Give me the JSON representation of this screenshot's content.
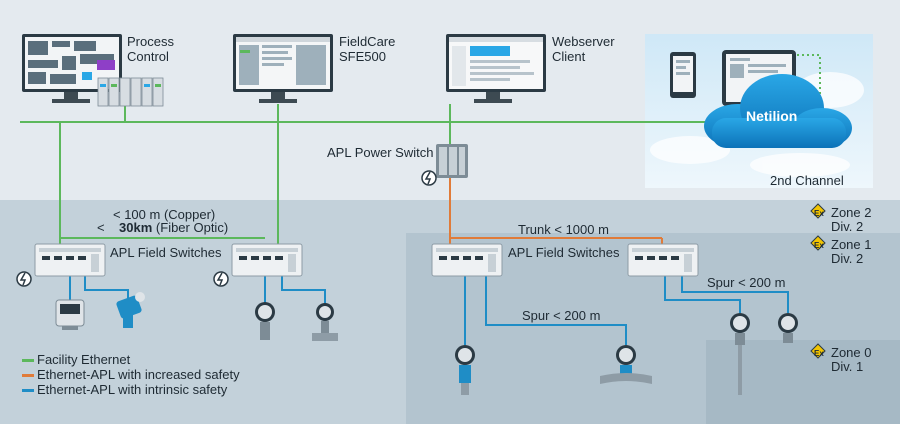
{
  "colors": {
    "facility_ethernet": "#5cb85c",
    "increased_safety": "#e07b39",
    "intrinsic_safety": "#1f8dc6",
    "ex_badge": "#f2c400",
    "netilion_cloud": "#0f8fd1"
  },
  "devices": {
    "process_control": "Process\nControl",
    "fieldcare": "FieldCare\nSFE500",
    "webserver": "Webserver\nClient"
  },
  "netilion": {
    "label": "Netilion",
    "second_channel": "2nd Channel"
  },
  "apl_power_switch": "APL Power Switch",
  "left_segment": {
    "copper": "< 100 m (Copper)",
    "fiber_prefix": "<",
    "fiber_distance": "30km",
    "fiber_suffix": "(Fiber Optic)",
    "switches": "APL Field Switches"
  },
  "right_segment": {
    "trunk": "Trunk < 1000 m",
    "switches": "APL Field Switches",
    "spur_1": "Spur < 200 m",
    "spur_2": "Spur < 200 m"
  },
  "zones": [
    {
      "name": "Zone 2",
      "div": "Div. 2",
      "badge": "Ex"
    },
    {
      "name": "Zone 1",
      "div": "Div. 2",
      "badge": "Ex"
    },
    {
      "name": "Zone 0",
      "div": "Div. 1",
      "badge": "Ex"
    }
  ],
  "legend": [
    {
      "label": "Facility Ethernet",
      "color": "#5cb85c"
    },
    {
      "label": "Ethernet-APL with increased safety",
      "color": "#e07b39"
    },
    {
      "label": "Ethernet-APL with intrinsic safety",
      "color": "#1f8dc6"
    }
  ]
}
